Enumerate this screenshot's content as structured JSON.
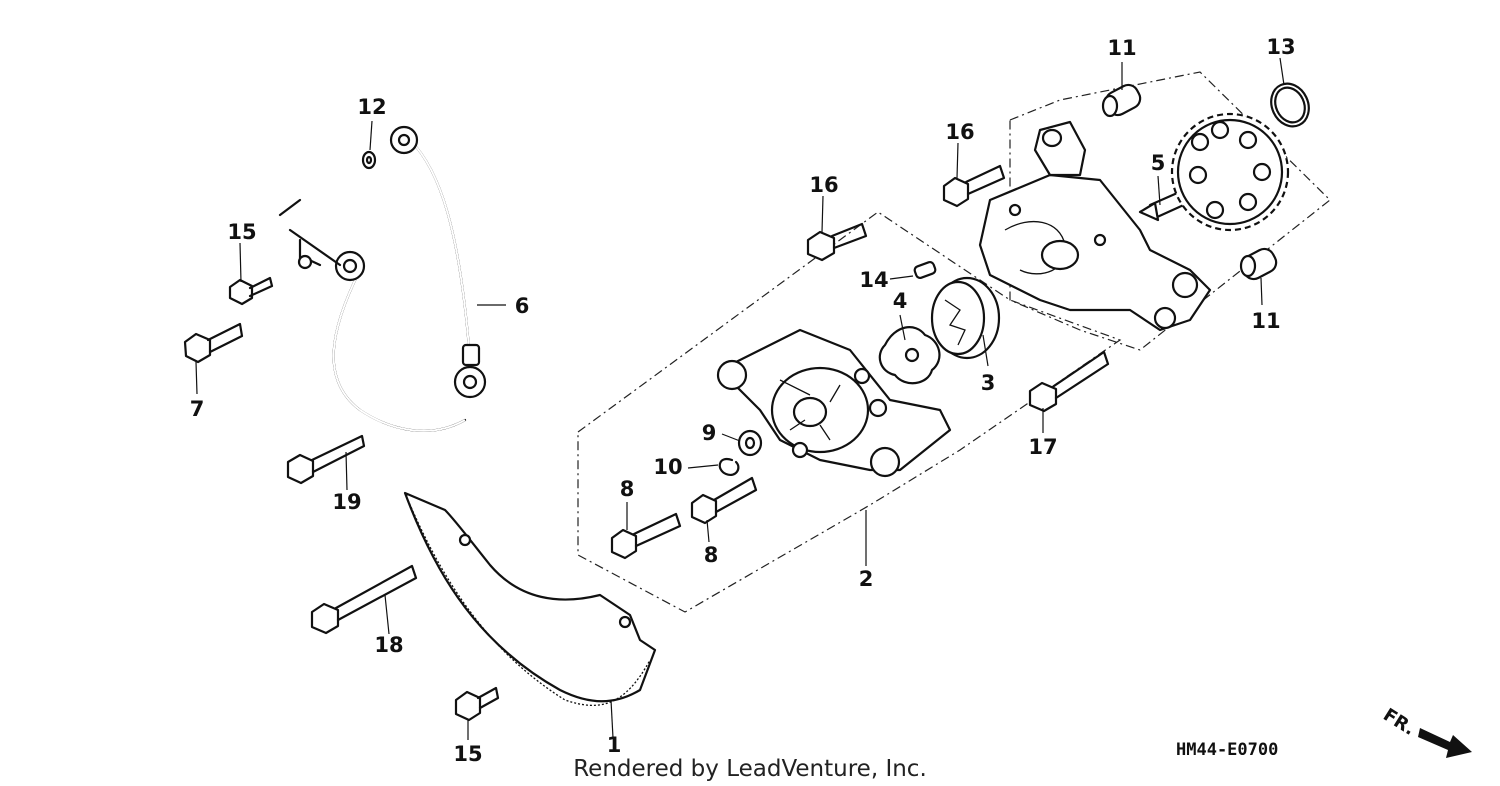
{
  "callouts": [
    {
      "id": "c1",
      "label": "1"
    },
    {
      "id": "c2",
      "label": "2"
    },
    {
      "id": "c3",
      "label": "3"
    },
    {
      "id": "c4",
      "label": "4"
    },
    {
      "id": "c5",
      "label": "5"
    },
    {
      "id": "c6",
      "label": "6"
    },
    {
      "id": "c7",
      "label": "7"
    },
    {
      "id": "c8a",
      "label": "8"
    },
    {
      "id": "c8b",
      "label": "8"
    },
    {
      "id": "c9",
      "label": "9"
    },
    {
      "id": "c10",
      "label": "10"
    },
    {
      "id": "c11a",
      "label": "11"
    },
    {
      "id": "c11b",
      "label": "11"
    },
    {
      "id": "c12",
      "label": "12"
    },
    {
      "id": "c13",
      "label": "13"
    },
    {
      "id": "c14",
      "label": "14"
    },
    {
      "id": "c15a",
      "label": "15"
    },
    {
      "id": "c15b",
      "label": "15"
    },
    {
      "id": "c16a",
      "label": "16"
    },
    {
      "id": "c16b",
      "label": "16"
    },
    {
      "id": "c17",
      "label": "17"
    },
    {
      "id": "c18",
      "label": "18"
    },
    {
      "id": "c19",
      "label": "19"
    }
  ],
  "diagram_code": "HM44-E0700",
  "credit": "Rendered by LeadVenture, Inc.",
  "direction_label": "FR."
}
